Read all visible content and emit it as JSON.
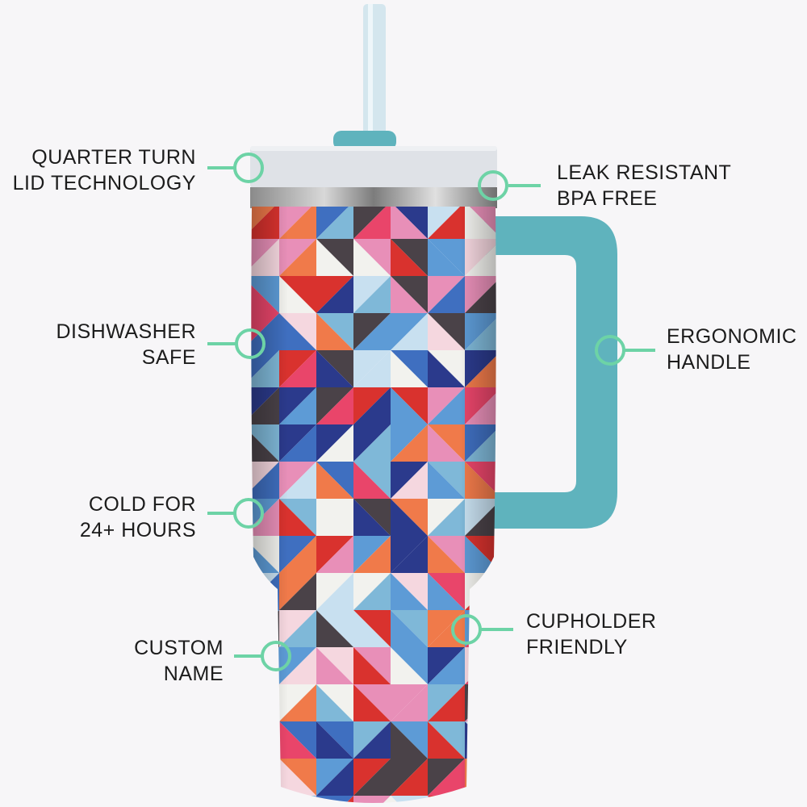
{
  "colors": {
    "accent": "#6dd3a6",
    "handle": "#5fb3bd",
    "background": "#f7f6f8"
  },
  "callouts": [
    {
      "line1": "QUARTER TURN",
      "line2": "LID TECHNOLOGY"
    },
    {
      "line1": "LEAK RESISTANT",
      "line2": "BPA FREE"
    },
    {
      "line1": "DISHWASHER",
      "line2": "SAFE"
    },
    {
      "line1": "ERGONOMIC",
      "line2": "HANDLE"
    },
    {
      "line1": "COLD FOR",
      "line2": "24+ HOURS"
    },
    {
      "line1": "CUPHOLDER",
      "line2": "FRIENDLY"
    },
    {
      "line1": "CUSTOM",
      "line2": "NAME"
    }
  ]
}
